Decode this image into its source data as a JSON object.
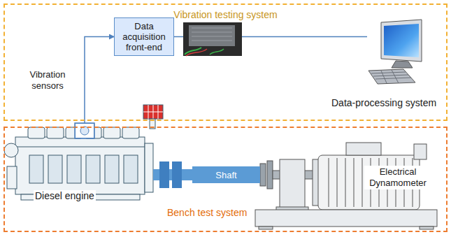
{
  "diagram": {
    "nodes": [
      {
        "text": [
          "Vibration testing system"
        ]
      },
      {
        "text": [
          "Data acquisition front-end"
        ],
        "in": 0
      },
      {
        "text": [
          "Data-processing system"
        ],
        "in": 0
      },
      {
        "text": [
          "Bench test system"
        ]
      },
      {
        "text": [
          "Diesel engine"
        ],
        "in": 3
      },
      {
        "text": [
          "Shaft"
        ],
        "in": 3
      },
      {
        "text": [
          "Electrical Dynamometer"
        ],
        "in": 3
      },
      {
        "text": [
          "Vibration sensors"
        ]
      }
    ],
    "edges": [
      {
        "from": 7,
        "to": 1,
        "arrow": "to"
      },
      {
        "from": 1,
        "to": 2,
        "arrow": "none"
      }
    ]
  }
}
